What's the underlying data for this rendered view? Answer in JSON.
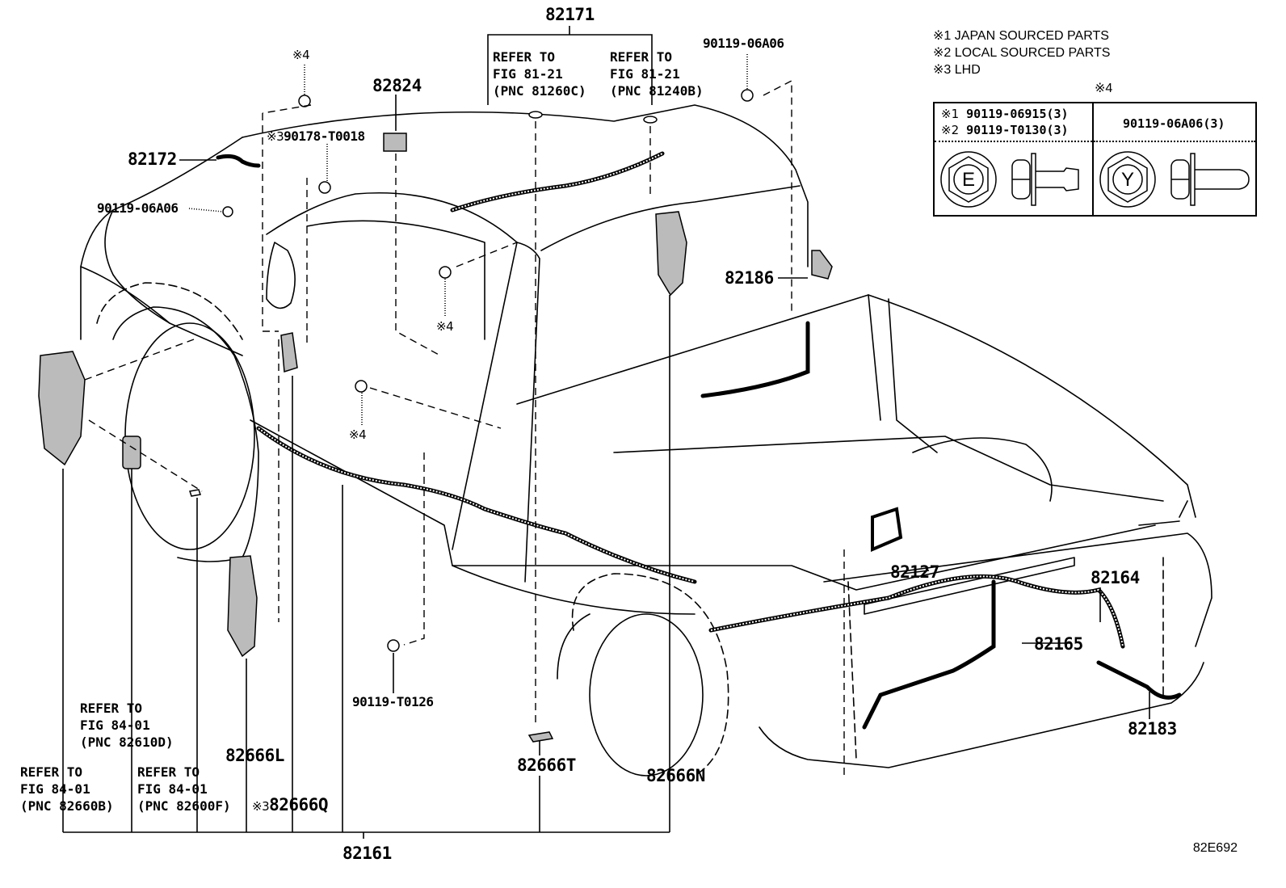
{
  "figure_code": "82E692",
  "legend": {
    "notes": [
      {
        "mark": "※1",
        "text": "JAPAN SOURCED PARTS"
      },
      {
        "mark": "※2",
        "text": "LOCAL SOURCED PARTS"
      },
      {
        "mark": "※3",
        "text": "LHD"
      }
    ],
    "table_title_mark": "※4",
    "table": {
      "col1": {
        "lines": [
          {
            "mark": "※1",
            "part": "90119-06915(3)"
          },
          {
            "mark": "※2",
            "part": "90119-T0130(3)"
          }
        ],
        "head_letter": "E"
      },
      "col2": {
        "part": "90119-06A06(3)",
        "head_letter": "Y"
      }
    }
  },
  "labels": {
    "p82171": "82171",
    "p82824": "82824",
    "p82172": "82172",
    "p9011906A06_top": "90119-06A06",
    "p9011906A06_left": "90119-06A06",
    "p90178": "90178-T0018",
    "p90178_mark": "※3",
    "mark4_top": "※4",
    "mark4_mid": "※4",
    "mark4_low": "※4",
    "p82186": "82186",
    "p82127": "82127",
    "p82164": "82164",
    "p82165": "82165",
    "p82183": "82183",
    "p90119T0126": "90119-T0126",
    "p82666T": "82666T",
    "p82666N": "82666N",
    "p82666L": "82666L",
    "p82666Q": "82666Q",
    "p82666Q_mark": "※3",
    "p82161": "82161"
  },
  "refs": {
    "ref_81260C": [
      "REFER TO",
      "FIG 81-21",
      "(PNC 81260C)"
    ],
    "ref_81240B": [
      "REFER TO",
      "FIG 81-21",
      "(PNC 81240B)"
    ],
    "ref_82610D": [
      "REFER TO",
      "FIG 84-01",
      "(PNC 82610D)"
    ],
    "ref_82660B": [
      "REFER TO",
      "FIG 84-01",
      "(PNC 82660B)"
    ],
    "ref_82600F": [
      "REFER TO",
      "FIG 84-01",
      "(PNC 82600F)"
    ]
  }
}
